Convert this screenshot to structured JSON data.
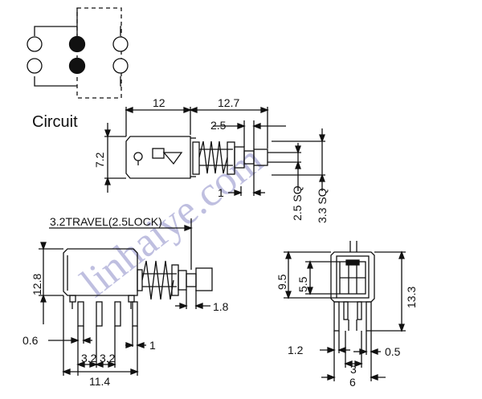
{
  "labels": {
    "circuit": "Circuit",
    "watermark": "linhaiye.com"
  },
  "top_dims": {
    "d12": "12",
    "d12_7": "12.7",
    "d2_5": "2.5",
    "d7_2": "7.2",
    "d1": "1",
    "sq2_5": "2.5 SQ",
    "sq3_3": "3.3 SQ"
  },
  "side_dims": {
    "travel": "3.2TRAVEL(2.5LOCK)",
    "d12_8": "12.8",
    "d1_8": "1.8",
    "d0_6": "0.6",
    "d1": "1",
    "d3_2a": "3.2",
    "d3_2b": "3.2",
    "d11_4": "11.4"
  },
  "front_dims": {
    "d9_5": "9.5",
    "d5_5": "5.5",
    "d13_3": "13.3",
    "d1_2": "1.2",
    "d0_5": "0.5",
    "d3": "3",
    "d6": "6"
  }
}
